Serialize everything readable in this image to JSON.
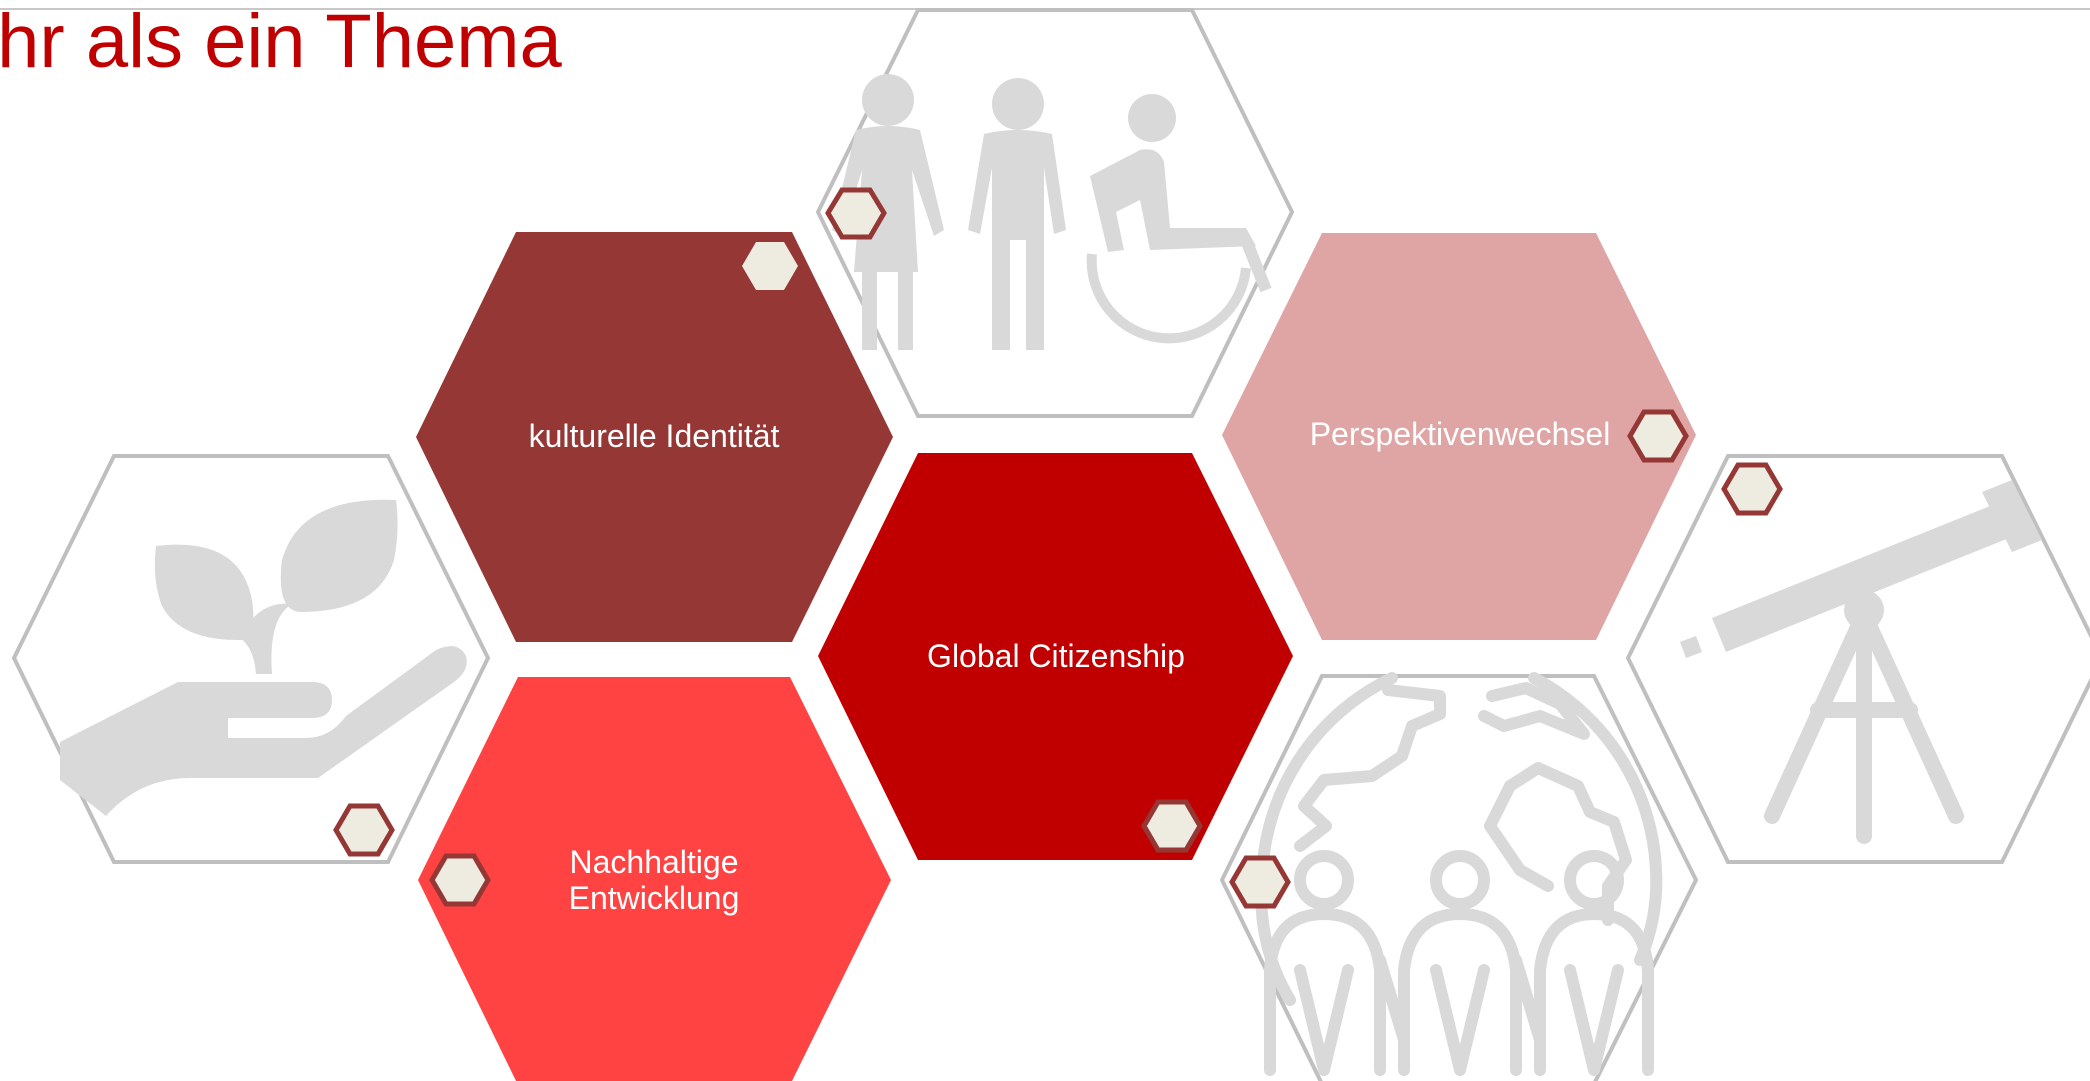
{
  "title": "lehr als ein Thema",
  "hexagons": {
    "center": {
      "label": "Global Citizenship",
      "color": "#c00000"
    },
    "culture": {
      "label": "kulturelle Identität",
      "color": "#953735"
    },
    "perspective": {
      "label": "Perspektivenwechsel",
      "color": "#dea5a4"
    },
    "sustainability": {
      "label_line1": "Nachhaltige",
      "label_line2": "Entwicklung",
      "color": "#ff4343"
    }
  },
  "icons": [
    "people-diversity-icon",
    "plant-in-hand-icon",
    "telescope-icon",
    "globe-community-icon"
  ],
  "colors": {
    "icon_gray": "#d9d9d9",
    "outline_gray": "#bfbfbf",
    "marker_fill": "#eeece1",
    "marker_stroke": "#953735"
  }
}
